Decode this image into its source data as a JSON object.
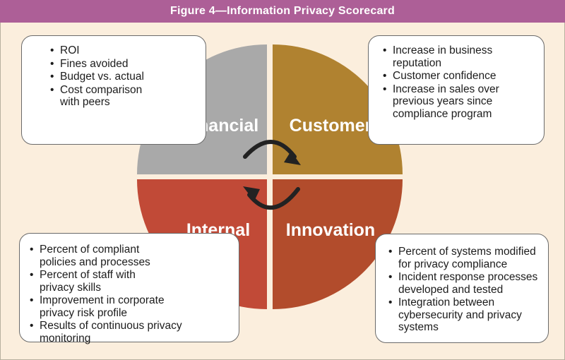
{
  "title": "Figure 4—Information Privacy Scorecard",
  "colors": {
    "title_bar": "#ad5f97",
    "background": "#fbeedd",
    "financial": "#a9a9a9",
    "customer": "#b08230",
    "internal": "#c14a37",
    "innovation": "#b24c2c",
    "arrows": "#222222"
  },
  "quadrants": {
    "financial": {
      "label": "Financial",
      "items": [
        "ROI",
        "Fines avoided",
        "Budget vs. actual",
        "Cost comparison with peers"
      ]
    },
    "customer": {
      "label": "Customer",
      "items": [
        "Increase in business reputation",
        "Customer confidence",
        "Increase in sales over previous years since compliance program"
      ]
    },
    "internal": {
      "label": "Internal",
      "items": [
        "Percent of compliant policies and processes",
        "Percent of staff with privacy skills",
        "Improvement in corporate privacy risk profile",
        "Results of continuous privacy monitoring"
      ]
    },
    "innovation": {
      "label": "Innovation",
      "items": [
        "Percent of systems modified for privacy compliance",
        "Incident response processes developed and tested",
        "Integration between cybersecurity and privacy systems"
      ]
    }
  },
  "center_icon": "cycle-arrows-icon"
}
